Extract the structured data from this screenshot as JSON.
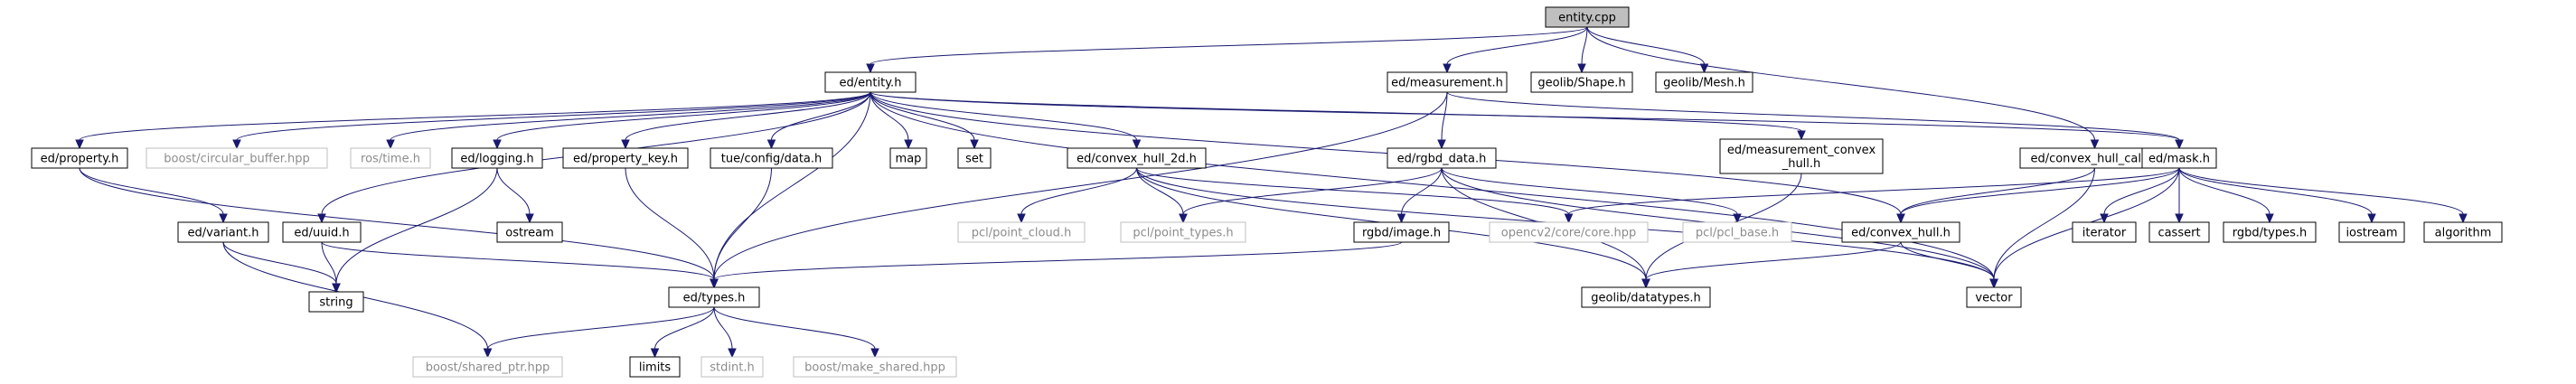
{
  "diagram": {
    "type": "include-dependency-graph",
    "root": "entity.cpp",
    "colors": {
      "root_fill": "#bfbfbf",
      "node_fill": "#ffffff",
      "node_border": "#000000",
      "external_border": "#bfbfbf",
      "external_text": "#8c8c8c",
      "text": "#000000",
      "edge": "#191970"
    },
    "nodes": [
      {
        "id": "entity_cpp",
        "label": [
          "entity.cpp"
        ],
        "kind": "root"
      },
      {
        "id": "ed_entity_h",
        "label": [
          "ed/entity.h"
        ],
        "kind": "local"
      },
      {
        "id": "ed_measurement_h",
        "label": [
          "ed/measurement.h"
        ],
        "kind": "local"
      },
      {
        "id": "geolib_shape_h",
        "label": [
          "geolib/Shape.h"
        ],
        "kind": "local"
      },
      {
        "id": "geolib_mesh_h",
        "label": [
          "geolib/Mesh.h"
        ],
        "kind": "local"
      },
      {
        "id": "ed_convex_hull_calc_h",
        "label": [
          "ed/convex_hull_calc.h"
        ],
        "kind": "local"
      },
      {
        "id": "ed_property_h",
        "label": [
          "ed/property.h"
        ],
        "kind": "local"
      },
      {
        "id": "boost_circular_buffer",
        "label": [
          "boost/circular_buffer.hpp"
        ],
        "kind": "external"
      },
      {
        "id": "ros_time_h",
        "label": [
          "ros/time.h"
        ],
        "kind": "external"
      },
      {
        "id": "ed_logging_h",
        "label": [
          "ed/logging.h"
        ],
        "kind": "local"
      },
      {
        "id": "ed_property_key_h",
        "label": [
          "ed/property_key.h"
        ],
        "kind": "local"
      },
      {
        "id": "tue_config_data_h",
        "label": [
          "tue/config/data.h"
        ],
        "kind": "local"
      },
      {
        "id": "map",
        "label": [
          "map"
        ],
        "kind": "local"
      },
      {
        "id": "set",
        "label": [
          "set"
        ],
        "kind": "local"
      },
      {
        "id": "ed_convex_hull_2d_h",
        "label": [
          "ed/convex_hull_2d.h"
        ],
        "kind": "local"
      },
      {
        "id": "ed_rgbd_data_h",
        "label": [
          "ed/rgbd_data.h"
        ],
        "kind": "local"
      },
      {
        "id": "ed_measurement_convex_hull_h",
        "label": [
          "ed/measurement_convex",
          "_hull.h"
        ],
        "kind": "local"
      },
      {
        "id": "ed_mask_h",
        "label": [
          "ed/mask.h"
        ],
        "kind": "local"
      },
      {
        "id": "ed_variant_h",
        "label": [
          "ed/variant.h"
        ],
        "kind": "local"
      },
      {
        "id": "ed_uuid_h",
        "label": [
          "ed/uuid.h"
        ],
        "kind": "local"
      },
      {
        "id": "ostream",
        "label": [
          "ostream"
        ],
        "kind": "local"
      },
      {
        "id": "pcl_point_cloud_h",
        "label": [
          "pcl/point_cloud.h"
        ],
        "kind": "external"
      },
      {
        "id": "pcl_point_types_h",
        "label": [
          "pcl/point_types.h"
        ],
        "kind": "external"
      },
      {
        "id": "rgbd_image_h",
        "label": [
          "rgbd/image.h"
        ],
        "kind": "local"
      },
      {
        "id": "opencv2_core_core_hpp",
        "label": [
          "opencv2/core/core.hpp"
        ],
        "kind": "external"
      },
      {
        "id": "pcl_pcl_base_h",
        "label": [
          "pcl/pcl_base.h"
        ],
        "kind": "external"
      },
      {
        "id": "ed_convex_hull_h",
        "label": [
          "ed/convex_hull.h"
        ],
        "kind": "local"
      },
      {
        "id": "iterator",
        "label": [
          "iterator"
        ],
        "kind": "local"
      },
      {
        "id": "cassert",
        "label": [
          "cassert"
        ],
        "kind": "local"
      },
      {
        "id": "rgbd_types_h",
        "label": [
          "rgbd/types.h"
        ],
        "kind": "local"
      },
      {
        "id": "iostream",
        "label": [
          "iostream"
        ],
        "kind": "local"
      },
      {
        "id": "algorithm",
        "label": [
          "algorithm"
        ],
        "kind": "local"
      },
      {
        "id": "string",
        "label": [
          "string"
        ],
        "kind": "local"
      },
      {
        "id": "ed_types_h",
        "label": [
          "ed/types.h"
        ],
        "kind": "local"
      },
      {
        "id": "geolib_datatypes_h",
        "label": [
          "geolib/datatypes.h"
        ],
        "kind": "local"
      },
      {
        "id": "vector",
        "label": [
          "vector"
        ],
        "kind": "local"
      },
      {
        "id": "boost_shared_ptr_hpp",
        "label": [
          "boost/shared_ptr.hpp"
        ],
        "kind": "external"
      },
      {
        "id": "limits",
        "label": [
          "limits"
        ],
        "kind": "local"
      },
      {
        "id": "stdint_h",
        "label": [
          "stdint.h"
        ],
        "kind": "external"
      },
      {
        "id": "boost_make_shared_hpp",
        "label": [
          "boost/make_shared.hpp"
        ],
        "kind": "external"
      }
    ],
    "edges": [
      [
        "entity_cpp",
        "ed_entity_h"
      ],
      [
        "entity_cpp",
        "ed_measurement_h"
      ],
      [
        "entity_cpp",
        "geolib_shape_h"
      ],
      [
        "entity_cpp",
        "geolib_mesh_h"
      ],
      [
        "entity_cpp",
        "ed_convex_hull_calc_h"
      ],
      [
        "ed_entity_h",
        "ed_property_h"
      ],
      [
        "ed_entity_h",
        "boost_circular_buffer"
      ],
      [
        "ed_entity_h",
        "ros_time_h"
      ],
      [
        "ed_entity_h",
        "ed_logging_h"
      ],
      [
        "ed_entity_h",
        "ed_property_key_h"
      ],
      [
        "ed_entity_h",
        "tue_config_data_h"
      ],
      [
        "ed_entity_h",
        "map"
      ],
      [
        "ed_entity_h",
        "set"
      ],
      [
        "ed_entity_h",
        "ed_convex_hull_2d_h"
      ],
      [
        "ed_entity_h",
        "ed_measurement_convex_hull_h"
      ],
      [
        "ed_entity_h",
        "ed_mask_h"
      ],
      [
        "ed_entity_h",
        "ed_uuid_h"
      ],
      [
        "ed_entity_h",
        "ed_types_h"
      ],
      [
        "ed_entity_h",
        "ed_convex_hull_h"
      ],
      [
        "ed_entity_h",
        "vector"
      ],
      [
        "ed_measurement_h",
        "ed_rgbd_data_h"
      ],
      [
        "ed_measurement_h",
        "ed_types_h"
      ],
      [
        "ed_measurement_h",
        "ed_mask_h"
      ],
      [
        "ed_convex_hull_calc_h",
        "ed_convex_hull_h"
      ],
      [
        "ed_convex_hull_calc_h",
        "vector"
      ],
      [
        "ed_property_h",
        "ed_variant_h"
      ],
      [
        "ed_property_h",
        "ed_types_h"
      ],
      [
        "ed_logging_h",
        "ostream"
      ],
      [
        "ed_logging_h",
        "string"
      ],
      [
        "ed_property_key_h",
        "ed_types_h"
      ],
      [
        "tue_config_data_h",
        "ed_types_h"
      ],
      [
        "ed_convex_hull_2d_h",
        "pcl_point_cloud_h"
      ],
      [
        "ed_convex_hull_2d_h",
        "pcl_point_types_h"
      ],
      [
        "ed_convex_hull_2d_h",
        "geolib_datatypes_h"
      ],
      [
        "ed_convex_hull_2d_h",
        "opencv2_core_core_hpp"
      ],
      [
        "ed_convex_hull_2d_h",
        "vector"
      ],
      [
        "ed_rgbd_data_h",
        "pcl_point_types_h"
      ],
      [
        "ed_rgbd_data_h",
        "rgbd_image_h"
      ],
      [
        "ed_rgbd_data_h",
        "pcl_pcl_base_h"
      ],
      [
        "ed_rgbd_data_h",
        "geolib_datatypes_h"
      ],
      [
        "ed_rgbd_data_h",
        "vector"
      ],
      [
        "ed_measurement_convex_hull_h",
        "geolib_datatypes_h"
      ],
      [
        "ed_mask_h",
        "opencv2_core_core_hpp"
      ],
      [
        "ed_mask_h",
        "ed_convex_hull_h"
      ],
      [
        "ed_mask_h",
        "iterator"
      ],
      [
        "ed_mask_h",
        "cassert"
      ],
      [
        "ed_mask_h",
        "rgbd_types_h"
      ],
      [
        "ed_mask_h",
        "iostream"
      ],
      [
        "ed_mask_h",
        "algorithm"
      ],
      [
        "ed_mask_h",
        "vector"
      ],
      [
        "ed_variant_h",
        "string"
      ],
      [
        "ed_variant_h",
        "boost_shared_ptr_hpp"
      ],
      [
        "ed_uuid_h",
        "string"
      ],
      [
        "ed_uuid_h",
        "ed_types_h"
      ],
      [
        "rgbd_image_h",
        "ed_types_h"
      ],
      [
        "ed_convex_hull_h",
        "geolib_datatypes_h"
      ],
      [
        "ed_convex_hull_h",
        "vector"
      ],
      [
        "ed_types_h",
        "boost_shared_ptr_hpp"
      ],
      [
        "ed_types_h",
        "limits"
      ],
      [
        "ed_types_h",
        "stdint_h"
      ],
      [
        "ed_types_h",
        "boost_make_shared_hpp"
      ]
    ]
  }
}
